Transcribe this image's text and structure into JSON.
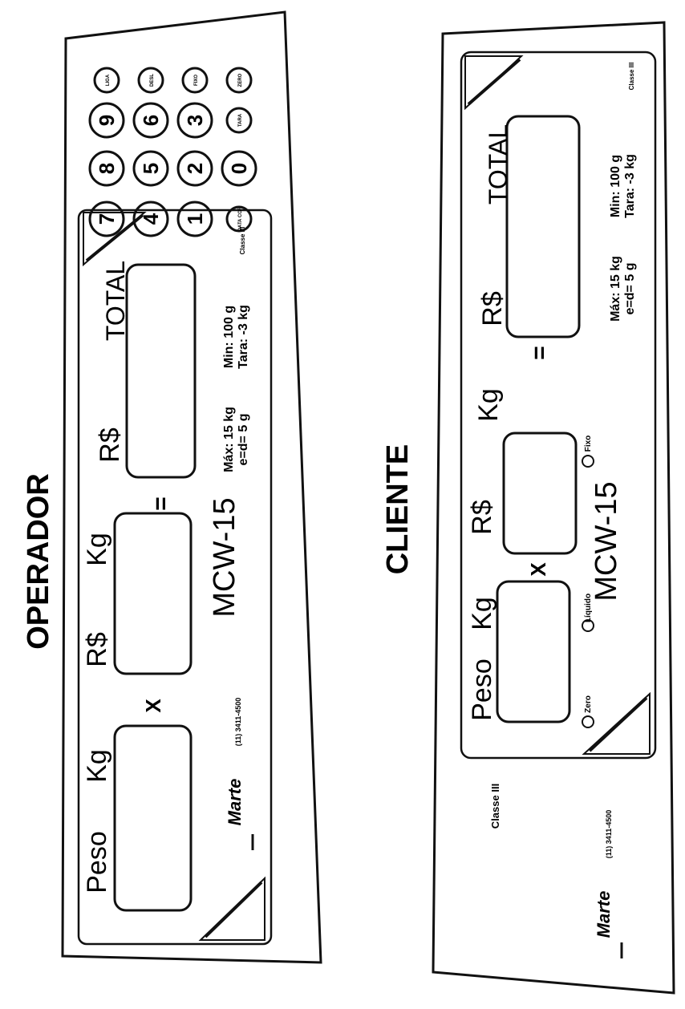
{
  "operador": {
    "title": "OPERADOR",
    "labels": {
      "peso": "Peso",
      "kg1": "Kg",
      "rs1": "R$",
      "kg2": "Kg",
      "rs2": "R$",
      "total": "TOTAL",
      "times": "X",
      "equals": "="
    },
    "model": "MCW-15",
    "specs": {
      "max": "Máx: 15 kg",
      "e_d": "e=d= 5 g",
      "min": "Min: 100 g",
      "tara": "Tara: -3 kg"
    },
    "brand": "Marte",
    "phone": "(11) 3411-4500",
    "class_mark": "Classe III",
    "keypad": [
      [
        "7",
        "8",
        "9",
        "LIGA"
      ],
      [
        "4",
        "5",
        "6",
        "DESL"
      ],
      [
        "1",
        "2",
        "3",
        "FIXO"
      ],
      [
        "DATA COR",
        "0",
        "TARA",
        "ZERO"
      ]
    ]
  },
  "cliente": {
    "title": "CLIENTE",
    "labels": {
      "peso": "Peso",
      "kg1": "Kg",
      "kg2": "Kg",
      "rs1": "R$",
      "rs2": "R$",
      "total": "TOTAL",
      "times": "X",
      "equals": "="
    },
    "indicators": [
      "Zero",
      "Líquido",
      "Fixo"
    ],
    "model": "MCW-15",
    "specs": {
      "max": "Máx: 15 kg",
      "e_d": "e=d= 5 g",
      "min": "Min: 100 g",
      "tara": "Tara: -3 kg"
    },
    "brand": "Marte",
    "phone": "(11) 3411-4500",
    "class_mark_top": "Classe III",
    "class_mark_bottom": "Classe III"
  },
  "colors": {
    "ink": "#111111",
    "paper": "#ffffff"
  }
}
